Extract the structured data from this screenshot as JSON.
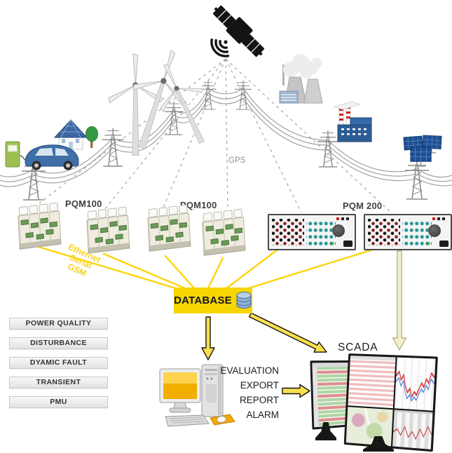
{
  "labels": {
    "gps": "GPS",
    "pqm100_left": "PQM100",
    "pqm100_mid": "PQM100",
    "pqm200": "PQM 200",
    "database": "DATABASE",
    "scada": "SCADA"
  },
  "connectivity": [
    "Ethernet",
    "Serial",
    "GSM"
  ],
  "features": [
    "POWER QUALITY",
    "DISTURBANCE",
    "DYAMIC FAULT",
    "TRANSIENT",
    "PMU"
  ],
  "functions": [
    "EVALUATION",
    "EXPORT",
    "REPORT",
    "ALARM"
  ],
  "colors": {
    "accent_yellow": "#FBD50A",
    "database_yellow": "#F6D503",
    "pale_arrow": "#F4EFCB",
    "feature_box_gray": "#EDEDED",
    "device_terminal_green": "#6C9A58",
    "rack_dot_red": "#8E1F1F",
    "rack_dot_teal": "#2A9696",
    "monitor_row_green": "#AED6A4",
    "monitor_row_red": "#DD8E8E",
    "screen_gold": "#F2AE00"
  }
}
